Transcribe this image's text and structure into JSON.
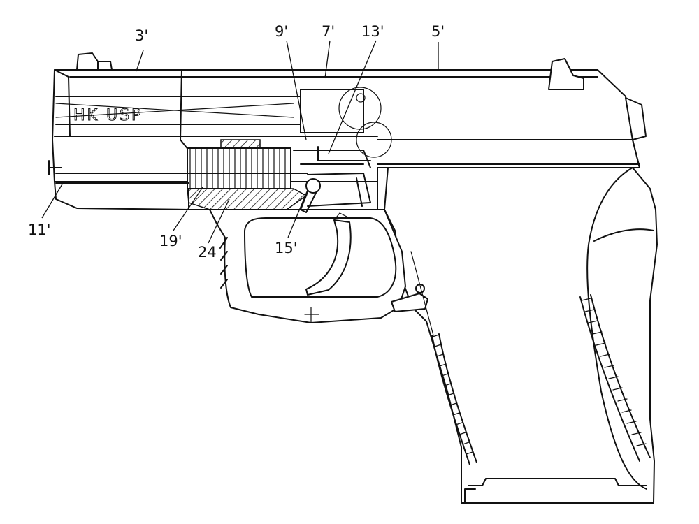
{
  "figure": {
    "engraving": "HK USP",
    "labels": [
      {
        "id": "3",
        "text": "3'"
      },
      {
        "id": "9",
        "text": "9'"
      },
      {
        "id": "7",
        "text": "7'"
      },
      {
        "id": "13",
        "text": "13'"
      },
      {
        "id": "5",
        "text": "5'"
      },
      {
        "id": "11",
        "text": "11'"
      },
      {
        "id": "19",
        "text": "19'"
      },
      {
        "id": "24",
        "text": "24"
      },
      {
        "id": "15",
        "text": "15'"
      }
    ]
  }
}
